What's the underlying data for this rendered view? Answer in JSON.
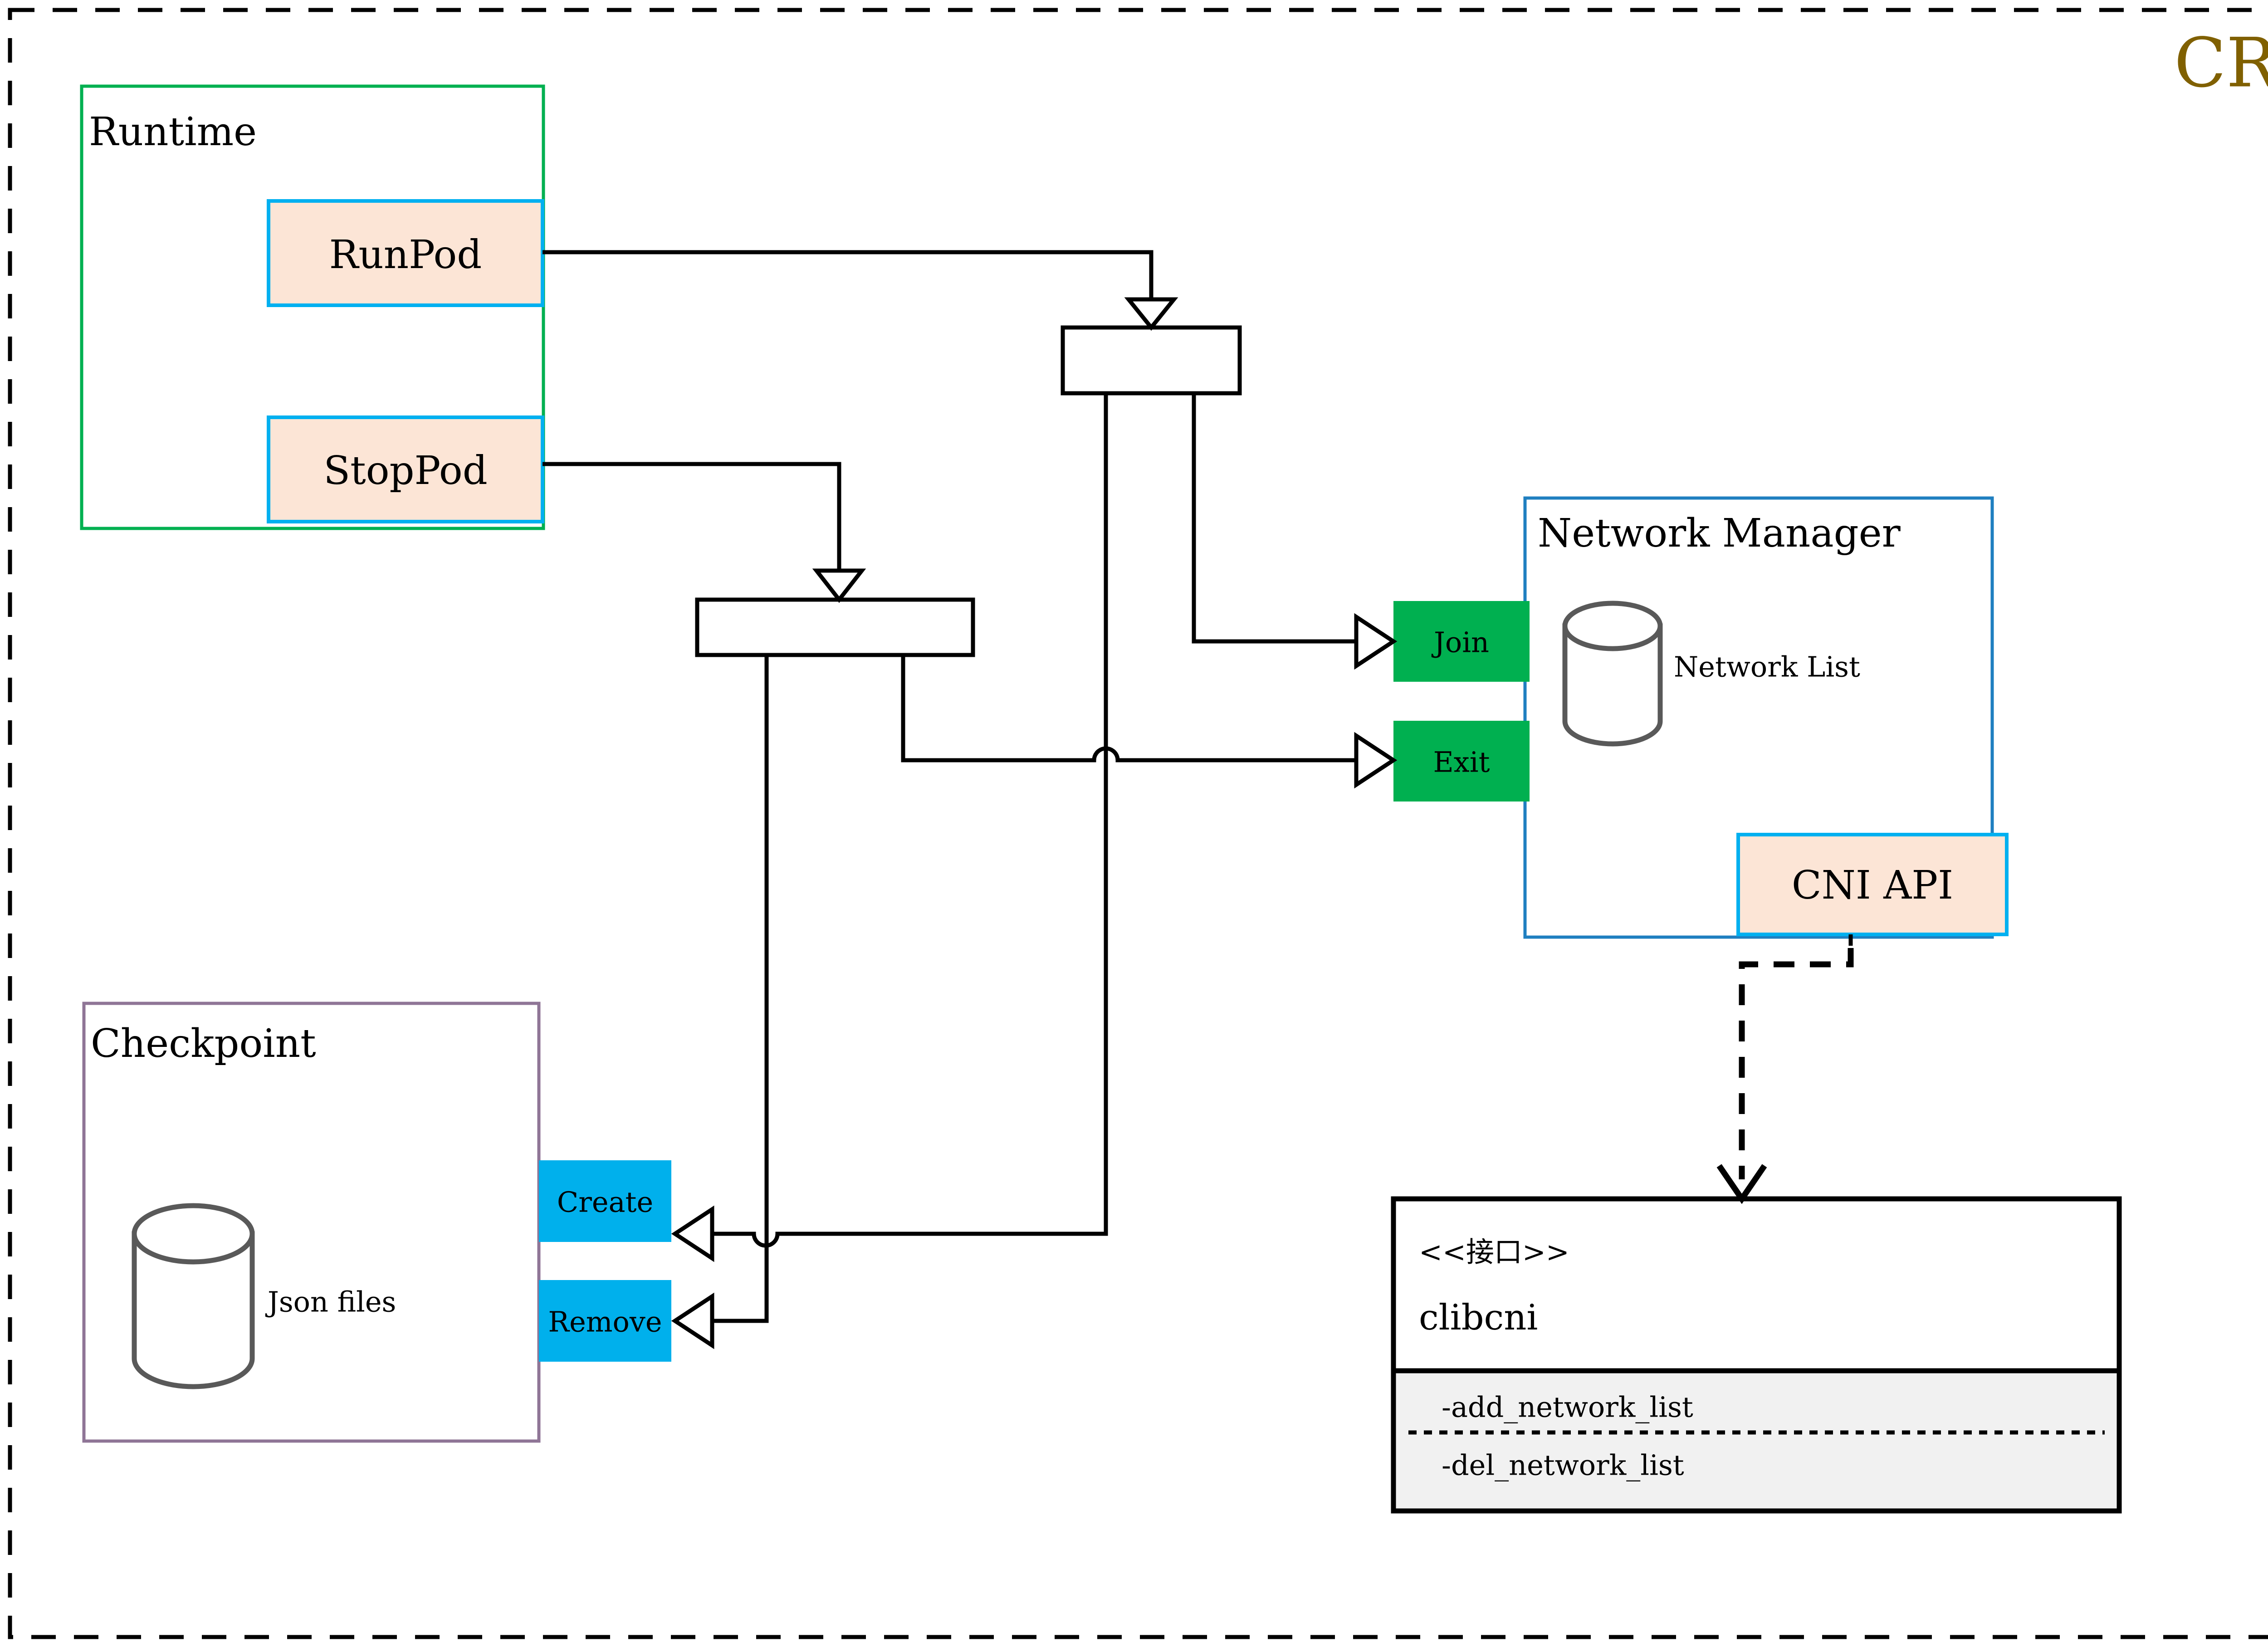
{
  "page": {
    "title": "CRI",
    "title_color": "#806000",
    "background": "#ffffff",
    "outer_border_style": "dashed"
  },
  "colors": {
    "runtime_border": "#00b050",
    "pod_fill": "#fce5d6",
    "pod_border": "#00b0f0",
    "checkpoint_border": "#8f7596",
    "network_manager_border": "#1f7fc0",
    "green_node": "#00b050",
    "blue_node": "#00b0ec",
    "cni_api_fill": "#fce5d6",
    "cni_api_border": "#00b0f0",
    "interface_compartment": "#f1f1f1",
    "edge": "#000000",
    "cylinder_stroke": "#595959"
  },
  "runtime": {
    "title": "Runtime",
    "operations": [
      {
        "label": "RunPod",
        "name": "runpod-box"
      },
      {
        "label": "StopPod",
        "name": "stoppod-box"
      }
    ]
  },
  "checkpoint": {
    "title": "Checkpoint",
    "store_label": "Json files",
    "operations": [
      {
        "label": "Create",
        "name": "create-box"
      },
      {
        "label": "Remove",
        "name": "remove-box"
      }
    ]
  },
  "network_manager": {
    "title": "Network Manager",
    "store_label": "Network List",
    "api_label": "CNI API",
    "operations": [
      {
        "label": "Join",
        "name": "join-box"
      },
      {
        "label": "Exit",
        "name": "exit-box"
      }
    ]
  },
  "interface": {
    "stereotype": "<<接口>>",
    "name": "clibcni",
    "methods": [
      "-add_network_list",
      "-del_network_list"
    ]
  },
  "junctions": [
    {
      "name": "runpod-fork",
      "label": ""
    },
    {
      "name": "stoppod-fork",
      "label": ""
    }
  ]
}
